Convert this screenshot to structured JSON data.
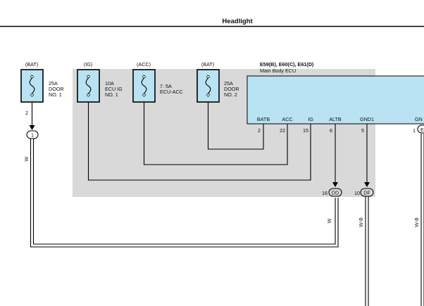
{
  "title": "Headlight",
  "ecu": {
    "connectors": "E59(B), E60(C), E61(D)",
    "name": "Main Body ECU",
    "pins": [
      {
        "label": "BATB",
        "num": "2"
      },
      {
        "label": "ACC",
        "num": "22"
      },
      {
        "label": "IG",
        "num": "15"
      },
      {
        "label": "ALTB",
        "num": "6"
      },
      {
        "label": "GND1",
        "num": "5"
      },
      {
        "label": "GN",
        "num": "1"
      }
    ],
    "pin_gn_connector": "E"
  },
  "fuses": [
    {
      "source": "(BAT)",
      "line1": "25A",
      "line2": "DOOR",
      "line3": "NO. 1",
      "pin": "2"
    },
    {
      "source": "(IG)",
      "line1": "10A",
      "line2": "ECU IG",
      "line3": "NO. 1"
    },
    {
      "source": "(ACC)",
      "line1": "7. 5A",
      "line2": "ECU-ACC",
      "line3": ""
    },
    {
      "source": "(BAT)",
      "line1": "25A",
      "line2": "DOOR",
      "line3": "NO. 2"
    }
  ],
  "junctions": [
    {
      "id": "1"
    },
    {
      "id": "DD",
      "pin": "16"
    },
    {
      "id": "DF",
      "pin": "10"
    }
  ],
  "wire_colors": {
    "left": "W",
    "altb": "W",
    "gnd": "W-B",
    "right": "W-B"
  },
  "colors": {
    "ecu_fill": "#b9e3f2",
    "shade": "#d9d9d9",
    "fuse_fill": "#b9e3f2"
  }
}
